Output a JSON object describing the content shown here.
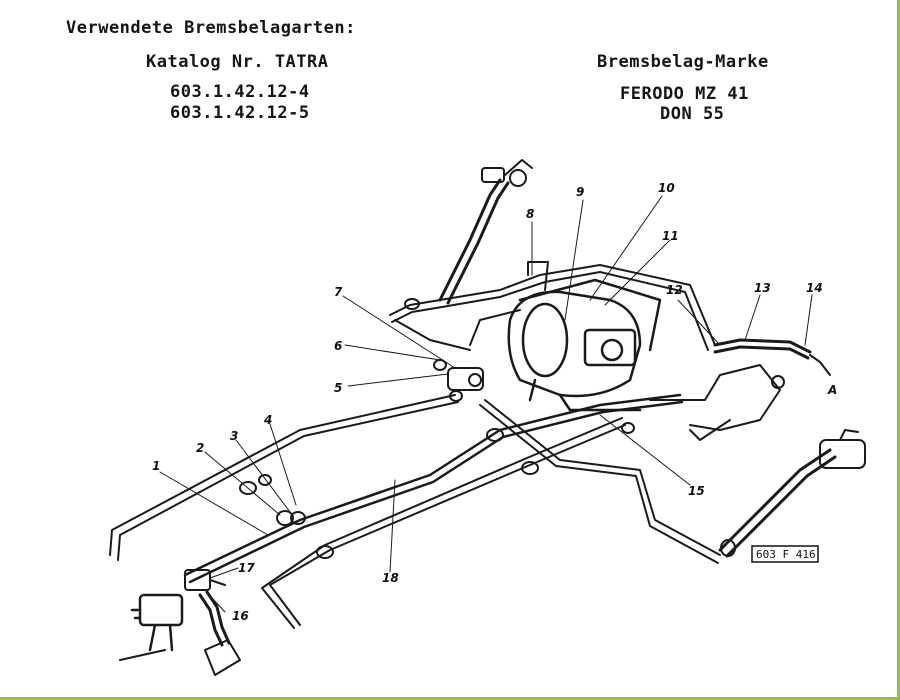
{
  "header": {
    "heading": "Verwendete Bremsbelagarten:",
    "catalog_label": "Katalog Nr. TATRA",
    "part_numbers": [
      "603.1.42.12-4",
      "603.1.42.12-5"
    ],
    "brand_label": "Bremsbelag-Marke",
    "brands": [
      "FERODO MZ 41",
      "DON 55"
    ]
  },
  "diagram": {
    "callouts": [
      "1",
      "2",
      "3",
      "4",
      "5",
      "6",
      "7",
      "8",
      "9",
      "10",
      "11",
      "12",
      "13",
      "14",
      "15",
      "16",
      "17",
      "18",
      "A"
    ],
    "reference_code": "603 F 416"
  },
  "colors": {
    "border": "#9bbf3a",
    "ink": "#111111"
  }
}
